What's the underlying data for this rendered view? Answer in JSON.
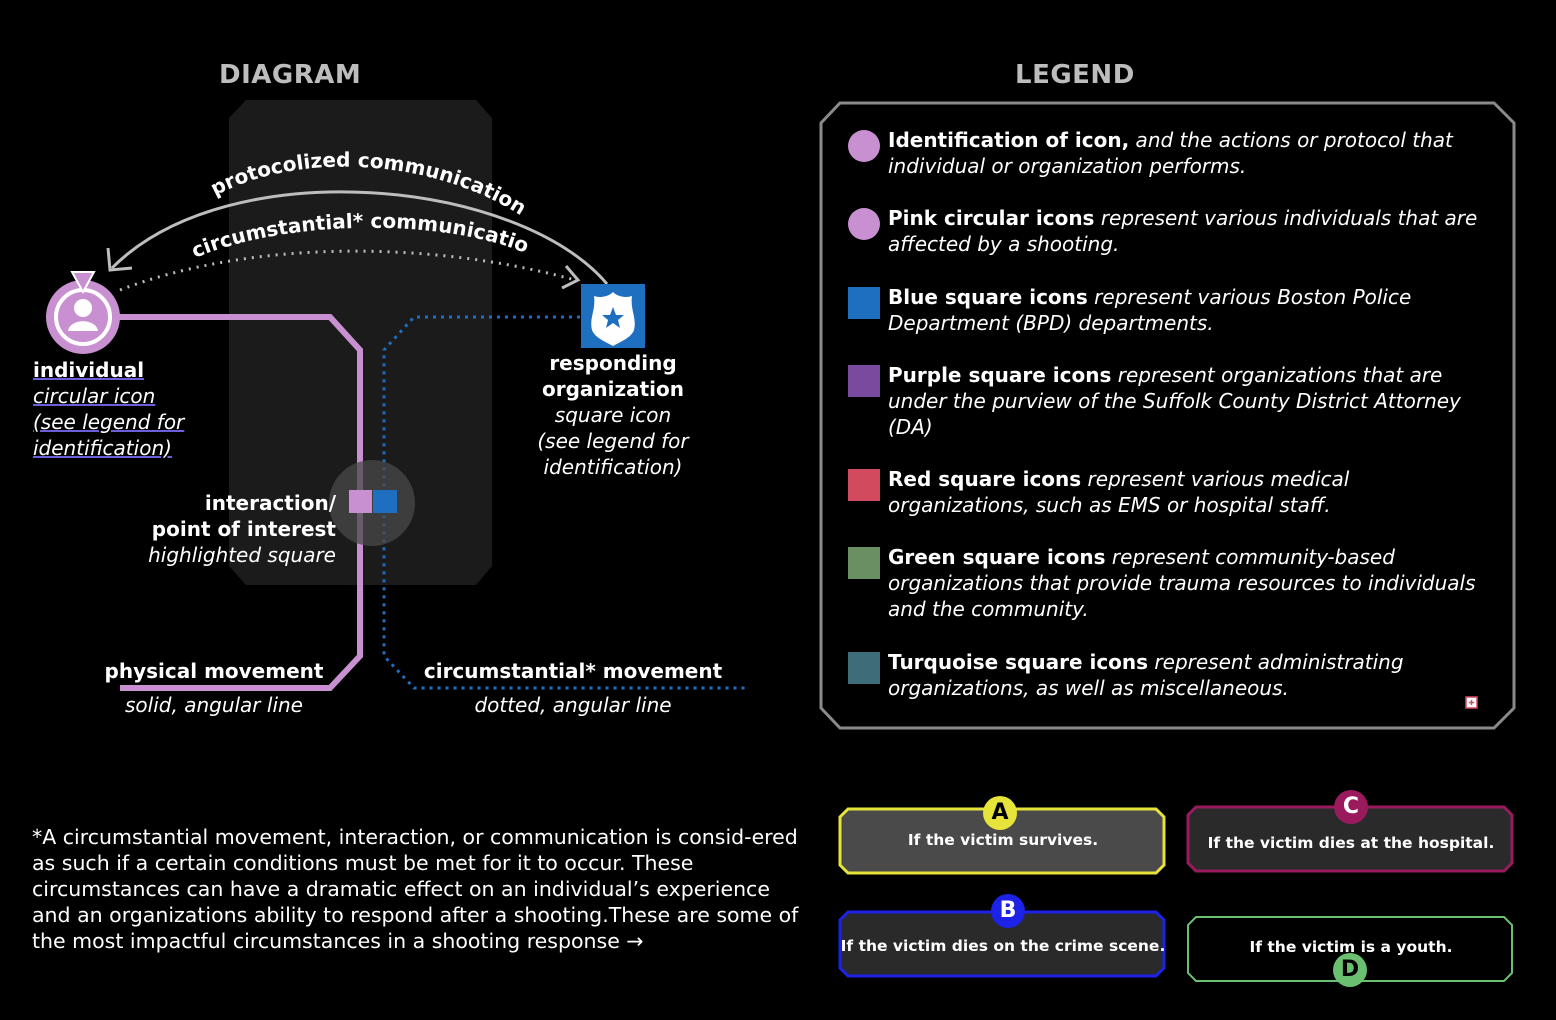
{
  "diagram": {
    "heading": "DIAGRAM",
    "protocolized_label": "protocolized communication",
    "circumstantial_comm_label": "circumstantial* communication",
    "individual": {
      "title": "individual",
      "lines": [
        "circular icon",
        "(see legend for",
        "identification)"
      ]
    },
    "organization": {
      "title_lines": [
        "responding",
        "organization"
      ],
      "lines": [
        "square icon",
        "(see legend for",
        "identification)"
      ]
    },
    "interaction": {
      "title_lines": [
        "interaction/",
        "point of interest"
      ],
      "subtitle": "highlighted square"
    },
    "physical_movement": {
      "title": "physical movement",
      "subtitle": "solid, angular line"
    },
    "circumstantial_movement": {
      "title": "circumstantial* movement",
      "subtitle": "dotted, angular line"
    },
    "icons": {
      "individual": "person-icon",
      "organization": "police-badge-icon"
    },
    "colors": {
      "pink": "#c890d0",
      "blue": "#1e6fc0",
      "arrow": "#bdbdbd"
    }
  },
  "legend": {
    "heading": "LEGEND",
    "items": [
      {
        "shape": "circle",
        "color": "#c890d0",
        "title": "Identification of icon,",
        "desc": " and the actions or protocol that individual or organization performs."
      },
      {
        "shape": "circle",
        "color": "#c890d0",
        "title": "Pink circular icons",
        "desc": " represent various individuals that are affected by a shooting."
      },
      {
        "shape": "square",
        "color": "#1e6fc0",
        "title": "Blue square icons",
        "desc": " represent various Boston Police Department (BPD) departments."
      },
      {
        "shape": "square",
        "color": "#7a4a9e",
        "title": "Purple square icons",
        "desc": " represent organizations that are under the purview of the Suffolk County District Attorney (DA)"
      },
      {
        "shape": "square",
        "color": "#d24a5e",
        "title": "Red square icons",
        "desc": " represent various medical organizations, such as EMS or hospital staff."
      },
      {
        "shape": "square",
        "color": "#6a8f62",
        "title": "Green square icons",
        "desc": " represent community-based organizations that provide trauma resources to individuals and the community."
      },
      {
        "shape": "square",
        "color": "#3e6c78",
        "title": "Turquoise square icons",
        "desc": " represent administrating organizations, as well as miscellaneous."
      }
    ]
  },
  "footnote": "*A circumstantial movement, interaction, or communication is consid-ered as such if a certain conditions must be met for it to occur. These circumstances can have a dramatic effect on an individual’s experience and an organizations ability to respond after a shooting.These are some of the most impactful circumstances in a shooting response →",
  "cases": [
    {
      "letter": "A",
      "text": "If the victim survives.",
      "border": "#e6e33a",
      "fill": "#4a4a4a",
      "badge": "#e6e33a",
      "letter_color": "#000000"
    },
    {
      "letter": "C",
      "text": "If the victim dies at the hospital.",
      "border": "#9a1a5e",
      "fill": "#2a2a2a",
      "badge": "#9a1a5e",
      "letter_color": "#ffffff"
    },
    {
      "letter": "B",
      "text": "If the victim dies on the crime scene.",
      "border": "#1c22e6",
      "fill": "#2a2a2a",
      "badge": "#1c22e6",
      "letter_color": "#ffffff"
    },
    {
      "letter": "D",
      "text": "If the victim is a youth.",
      "border": "#6ac070",
      "fill": "#000000",
      "badge": "#6ac070",
      "letter_color": "#000000"
    }
  ]
}
